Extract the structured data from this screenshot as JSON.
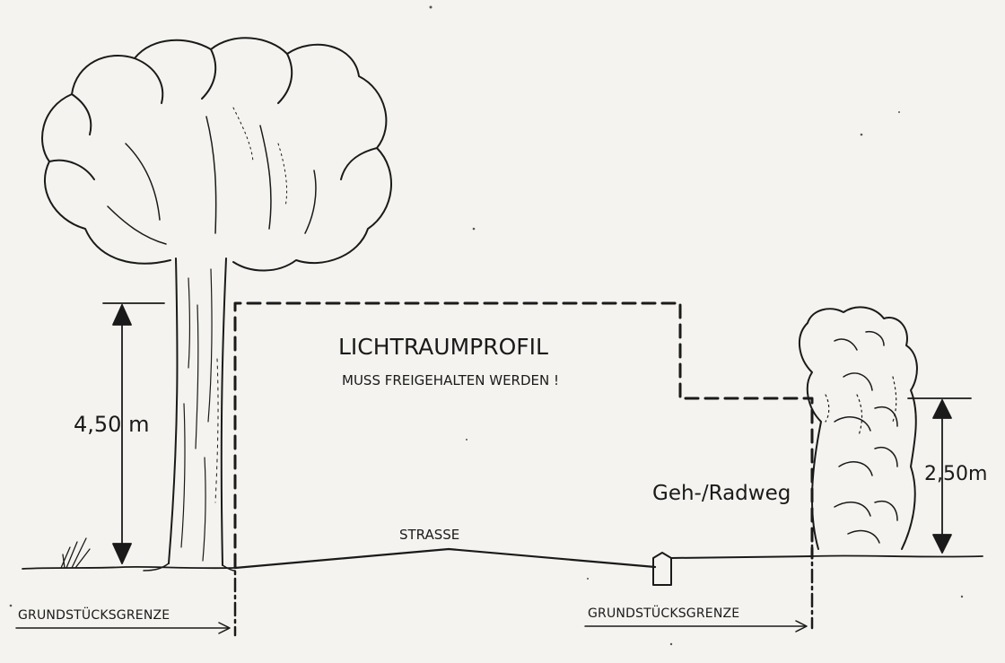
{
  "diagram": {
    "profile_title": "LICHTRAUMPROFIL",
    "profile_subtitle": "MUSS FREIGEHALTEN WERDEN !",
    "road_label": "STRASSE",
    "path_label": "Geh-/Radweg",
    "height_left": "4,50 m",
    "height_right": "2,50m",
    "boundary_left": "GRUNDSTÜCKSGRENZE",
    "boundary_right": "GRUNDSTÜCKSGRENZE"
  },
  "colors": {
    "ink": "#1a1a1a",
    "paper": "#f4f3ef"
  }
}
